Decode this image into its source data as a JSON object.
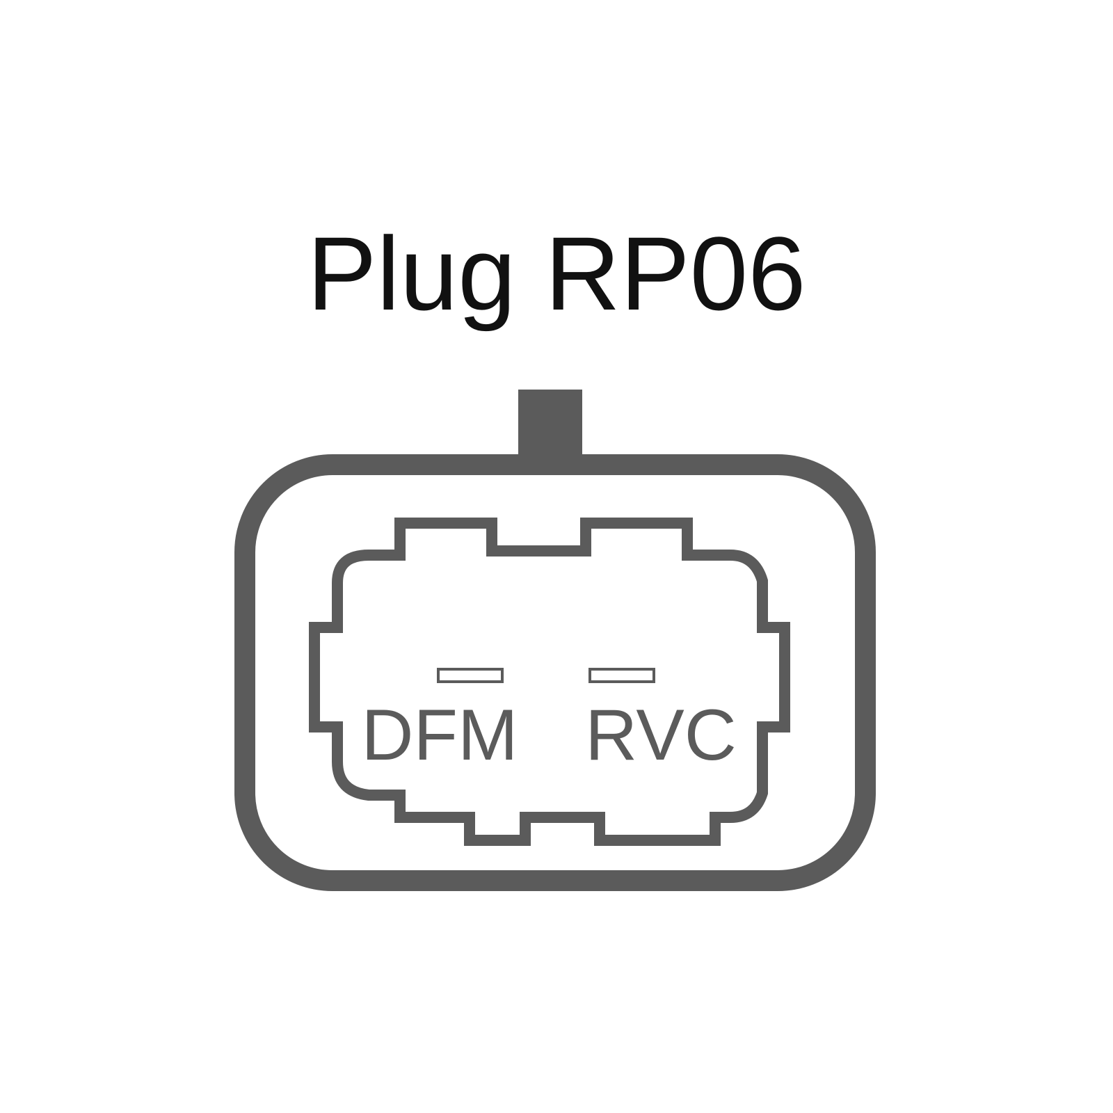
{
  "title": "Plug RP06",
  "pins": [
    {
      "label": "DFM"
    },
    {
      "label": "RVC"
    }
  ],
  "colors": {
    "outline": "#5b5b5b",
    "title_text": "#111111",
    "background": "#ffffff"
  }
}
